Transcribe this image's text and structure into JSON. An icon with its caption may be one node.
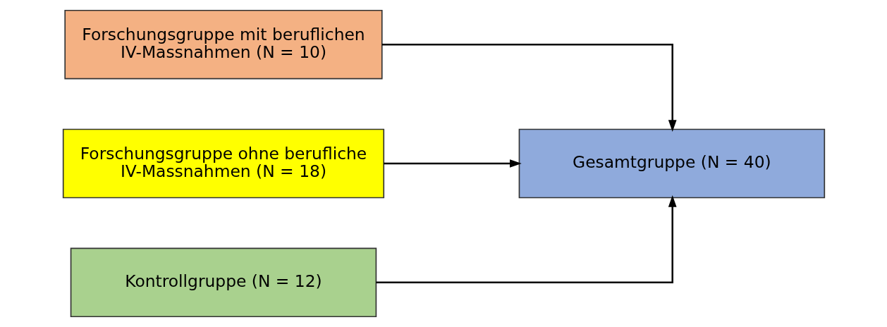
{
  "diagram": {
    "nodes": [
      {
        "text": [
          "Forschungsgruppe mit beruflichen IV-Massnahmen (N = 10)"
        ]
      },
      {
        "text": [
          "Forschungsgruppe ohne berufliche IV-Massnahmen (N = 18)"
        ]
      },
      {
        "text": [
          "Kontrollgruppe (N = 12)"
        ]
      },
      {
        "text": [
          "Gesamtgruppe (N = 40)"
        ]
      }
    ],
    "edges": [
      {
        "from": 0,
        "to": 3,
        "arrow": "to"
      },
      {
        "from": 1,
        "to": 3,
        "arrow": "to"
      },
      {
        "from": 2,
        "to": 3,
        "arrow": "to"
      }
    ]
  }
}
